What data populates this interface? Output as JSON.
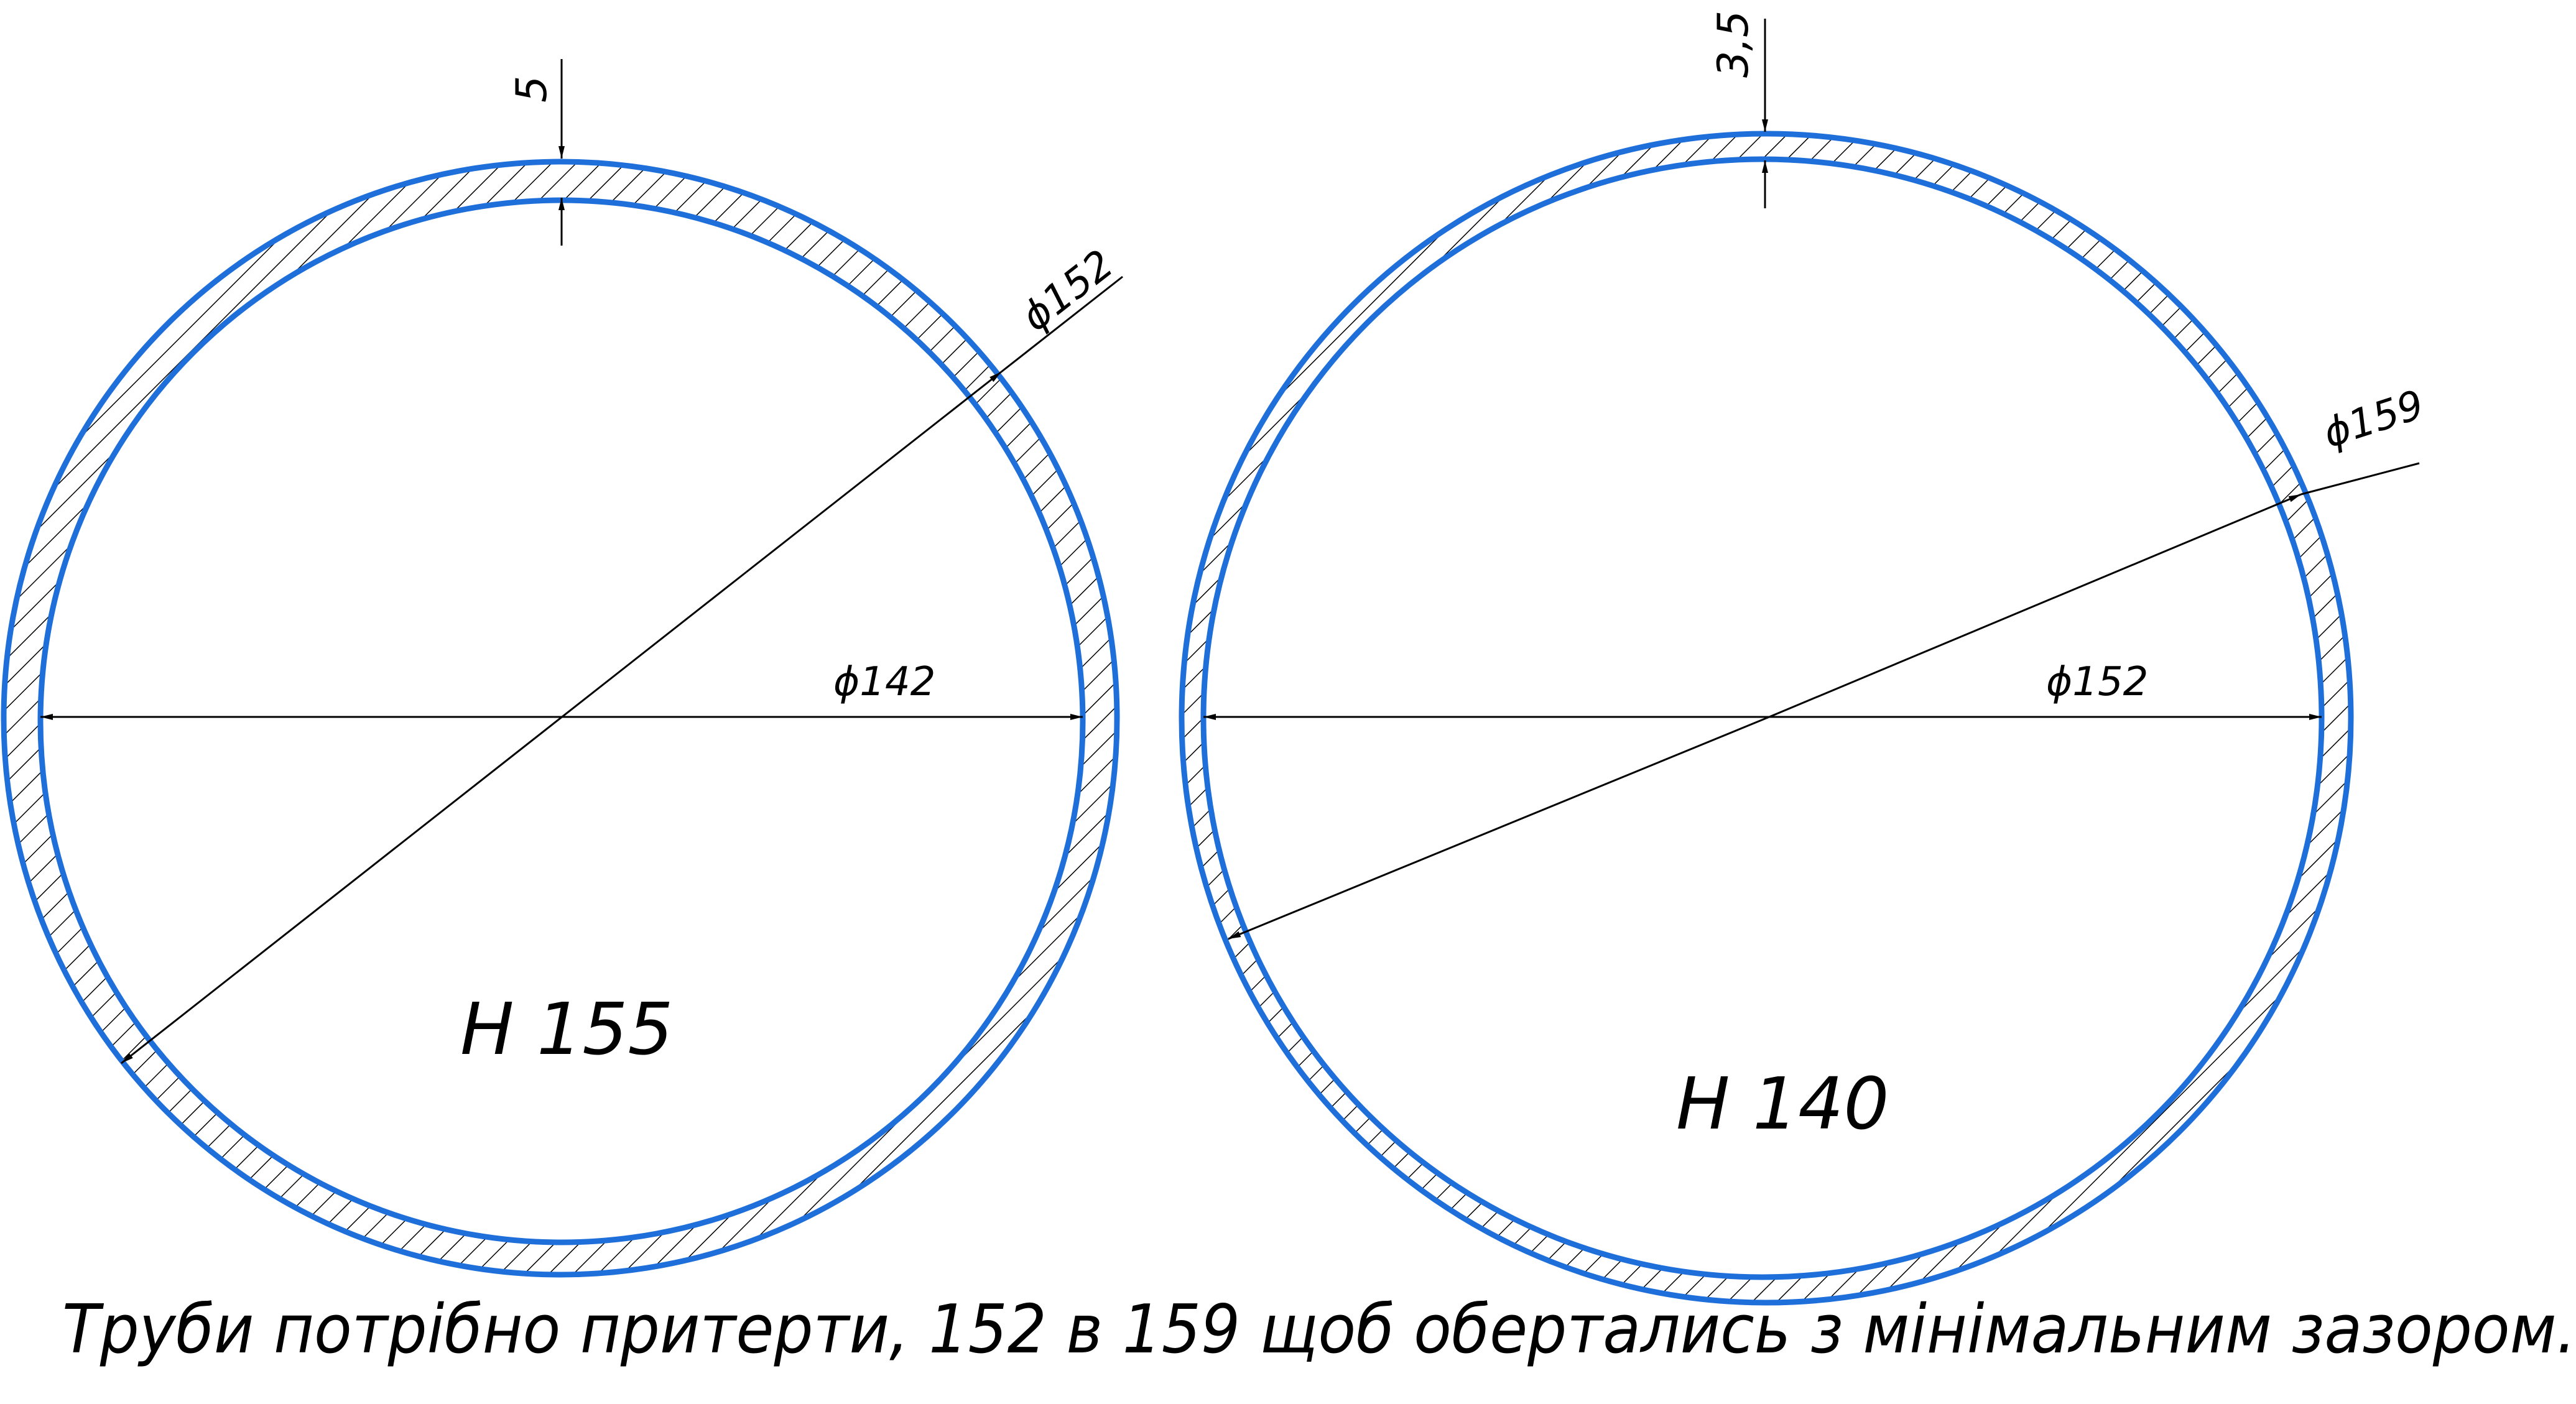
{
  "colors": {
    "contour": "#1f6fdb",
    "line": "#000000",
    "background": "#ffffff"
  },
  "pipe_left": {
    "wall_thickness": "5",
    "outer_diameter": "ϕ152",
    "inner_diameter": "ϕ142",
    "label": "H 155"
  },
  "pipe_right": {
    "wall_thickness": "3,5",
    "outer_diameter": "ϕ159",
    "inner_diameter": "ϕ152",
    "label": "H 140"
  },
  "caption": "Труби потрібно притерти, 152 в 159 щоб обертались з мінімальним зазором."
}
